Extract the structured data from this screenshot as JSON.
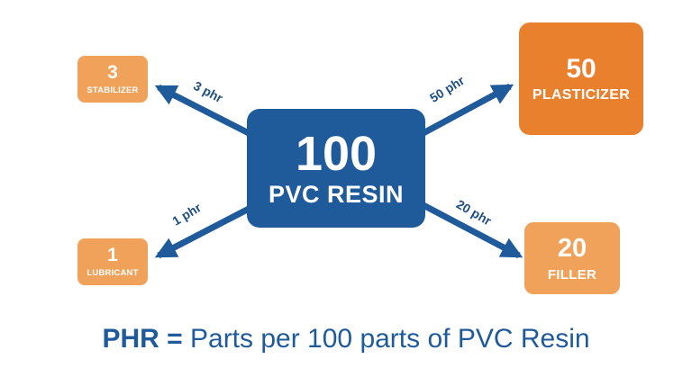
{
  "center": {
    "number": "100",
    "label": "PVC RESIN"
  },
  "additives": [
    {
      "number": "3",
      "label": "STABILIZER",
      "arrow_label": "3 phr"
    },
    {
      "number": "50",
      "label": "PLASTICIZER",
      "arrow_label": "50 phr"
    },
    {
      "number": "1",
      "label": "LUBRICANT",
      "arrow_label": "1 phr"
    },
    {
      "number": "20",
      "label": "FILLER",
      "arrow_label": "20 phr"
    }
  ],
  "footer": {
    "abbr": "PHR",
    "equals": " = ",
    "definition": "Parts per 100 parts of PVC Resin"
  },
  "colors": {
    "center_box": "#1f5a9b",
    "arrow": "#1f5a9b",
    "light_orange": "#f0a25a",
    "dark_orange": "#e8802e",
    "text_blue": "#1f5a9b"
  }
}
